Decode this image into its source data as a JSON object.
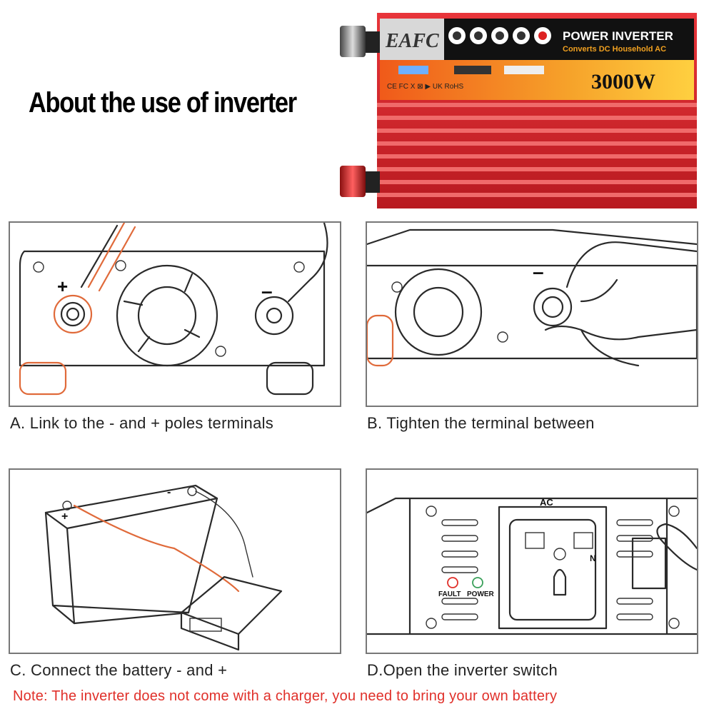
{
  "headline": "About the use of inverter",
  "product": {
    "brand": "EAFC",
    "title": "POWER INVERTER",
    "subtitle": "Converts DC Household AC",
    "wattage": "3000W",
    "certifications": "CE FC X ⊠ ▶ UK RoHS",
    "body_color": "#d9252a",
    "banner_color": "#f08a1c"
  },
  "steps": [
    {
      "caption": "A. Link to the - and + poles terminals",
      "plus_label": "+",
      "minus_label": "–"
    },
    {
      "caption": "B. Tighten the terminal between",
      "minus_label": "–"
    },
    {
      "caption": "C. Connect the battery - and +",
      "plus_label": "+",
      "minus_label": "-"
    },
    {
      "caption": "D.Open the inverter switch",
      "ac_label": "AC",
      "n_label": "N",
      "fault_label": "FAULT",
      "power_label": "POWER"
    }
  ],
  "note": "Note: The inverter does not come with a charger, you need to bring your own battery",
  "colors": {
    "note": "#e0302a",
    "accent_wire": "#e06a3a"
  }
}
